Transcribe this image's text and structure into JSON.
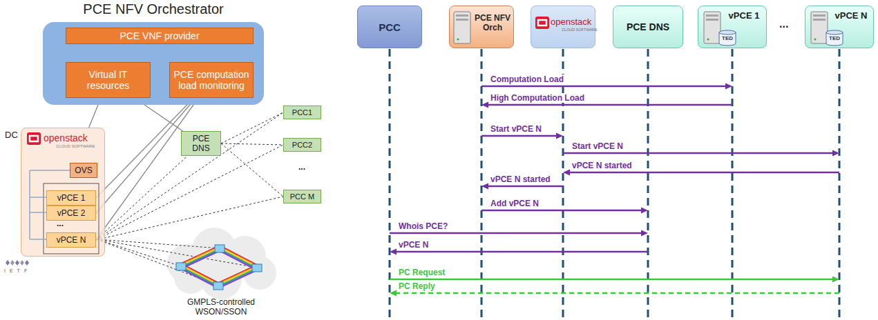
{
  "diagram": {
    "nodes": [
      {
        "text": [
          "PCE NFV Orchestrator"
        ]
      },
      {
        "text": [
          "PCE VNF provider"
        ],
        "in": 0
      },
      {
        "text": [
          "Virtual IT resources"
        ],
        "in": 0
      },
      {
        "text": [
          "PCE computation load monitoring"
        ],
        "in": 0
      },
      {
        "text": [
          "DC",
          "openstack",
          "CLOUD SOFTWARE"
        ]
      },
      {
        "text": [
          "OVS"
        ],
        "in": 4
      },
      {
        "text": [
          "vPCE 1"
        ],
        "in": 4
      },
      {
        "text": [
          "vPCE 2"
        ],
        "in": 4
      },
      {
        "text": [
          "vPCE N"
        ],
        "in": 4
      },
      {
        "text": [
          "PCE DNS"
        ]
      },
      {
        "text": [
          "PCC1"
        ]
      },
      {
        "text": [
          "PCC2"
        ]
      },
      {
        "text": [
          "PCC M"
        ]
      },
      {
        "text": [
          "PCC"
        ]
      },
      {
        "text": [
          "PCE NFV Orch"
        ]
      },
      {
        "text": [
          "openstack",
          "CLOUD SOFTWARE"
        ]
      },
      {
        "text": [
          "PCE DNS"
        ]
      },
      {
        "text": [
          "vPCE 1",
          "TED"
        ]
      },
      {
        "text": [
          "vPCE N",
          "TED"
        ]
      }
    ],
    "edges": [
      {
        "from": 1,
        "to": 2,
        "arrow": "both"
      },
      {
        "from": 1,
        "to": 3,
        "arrow": "both"
      },
      {
        "from": 2,
        "to": 4,
        "arrow": "none"
      },
      {
        "from": 2,
        "to": 9,
        "arrow": "none"
      },
      {
        "from": 3,
        "to": 6,
        "arrow": "none"
      },
      {
        "from": 3,
        "to": 7,
        "arrow": "none"
      },
      {
        "from": 3,
        "to": 8,
        "arrow": "none"
      },
      {
        "from": 9,
        "to": 10,
        "arrow": "none"
      },
      {
        "from": 9,
        "to": 11,
        "arrow": "none"
      },
      {
        "from": 9,
        "to": 12,
        "arrow": "none"
      },
      {
        "from": 8,
        "to": 9,
        "arrow": "none"
      },
      {
        "from": 8,
        "to": 10,
        "arrow": "none"
      },
      {
        "from": 8,
        "to": 11,
        "arrow": "none"
      },
      {
        "from": 8,
        "to": 12,
        "arrow": "none"
      },
      {
        "from": 14,
        "to": 17,
        "label": "Computation Load",
        "arrow": "to"
      },
      {
        "from": 17,
        "to": 14,
        "label": "High Computation Load",
        "arrow": "to"
      },
      {
        "from": 14,
        "to": 15,
        "label": "Start vPCE N",
        "arrow": "to"
      },
      {
        "from": 15,
        "to": 18,
        "label": "Start vPCE N",
        "arrow": "to"
      },
      {
        "from": 18,
        "to": 15,
        "label": "vPCE N started",
        "arrow": "to"
      },
      {
        "from": 15,
        "to": 14,
        "label": "vPCE N started",
        "arrow": "to"
      },
      {
        "from": 14,
        "to": 16,
        "label": "Add vPCE N",
        "arrow": "to"
      },
      {
        "from": 13,
        "to": 16,
        "label": "Whois PCE?",
        "arrow": "to"
      },
      {
        "from": 16,
        "to": 13,
        "label": "vPCE N",
        "arrow": "to"
      },
      {
        "from": 13,
        "to": 18,
        "label": "PC Request",
        "arrow": "to"
      },
      {
        "from": 18,
        "to": 13,
        "label": "PC Reply",
        "arrow": "to"
      }
    ],
    "labels": [
      "...",
      "...",
      "IETF",
      "GMPLS-controlled WSON/SSON",
      "..."
    ]
  }
}
